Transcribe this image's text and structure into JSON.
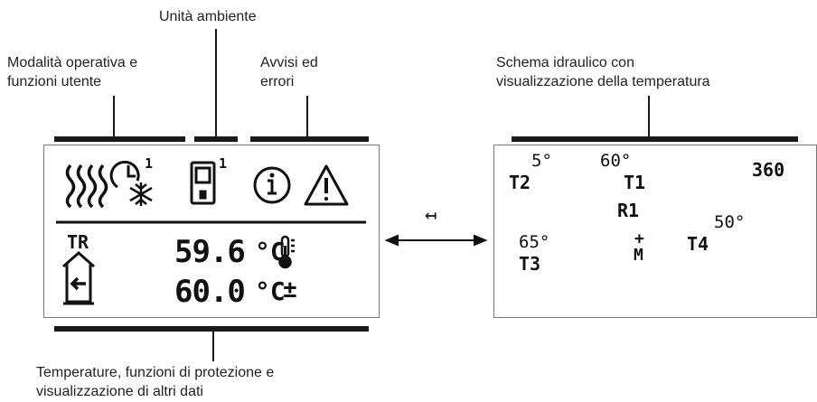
{
  "labels": {
    "operating_mode": "Modalità operativa e funzioni utente",
    "room_unit": "Unità ambiente",
    "warnings": "Avvisi ed errori",
    "hydraulic": "Schema idraulico con visualizzazione della temperatura",
    "temperatures": "Temperature, funzioni di protezione e visualizzazione di altri dati"
  },
  "lines": {
    "op1": "Modalità operativa e",
    "op2": "funzioni utente",
    "room": "Unità ambiente",
    "warn1": "Avvisi ed",
    "warn2": "errori",
    "hyd1": "Schema idraulico con",
    "hyd2": "visualizzazione della temperatura",
    "temp1": "Temperature, funzioni di protezione e",
    "temp2": "visualizzazione di altri dati"
  },
  "left_display": {
    "room_unit_index": "1",
    "timer_index": "1",
    "mode_code": "TR",
    "temp_measured": "59.6",
    "temp_set": "60.0",
    "unit": "°C",
    "set_symbol": "±",
    "icons": [
      "heating-waves-icon",
      "timer-snowflake-icon",
      "room-unit-icon",
      "info-icon",
      "warning-icon",
      "home-return-icon",
      "thermometer-icon"
    ]
  },
  "swap_arrow": "↤",
  "right_display": {
    "t2_value": "5°",
    "t2_label": "T2",
    "t1_value": "60°",
    "t1_label": "T1",
    "r1_label": "R1",
    "t4_value": "50°",
    "t4_label": "T4",
    "t3_value": "65°",
    "t3_label": "T3",
    "radiator_value": "360",
    "plus": "+",
    "mixer": "M"
  }
}
